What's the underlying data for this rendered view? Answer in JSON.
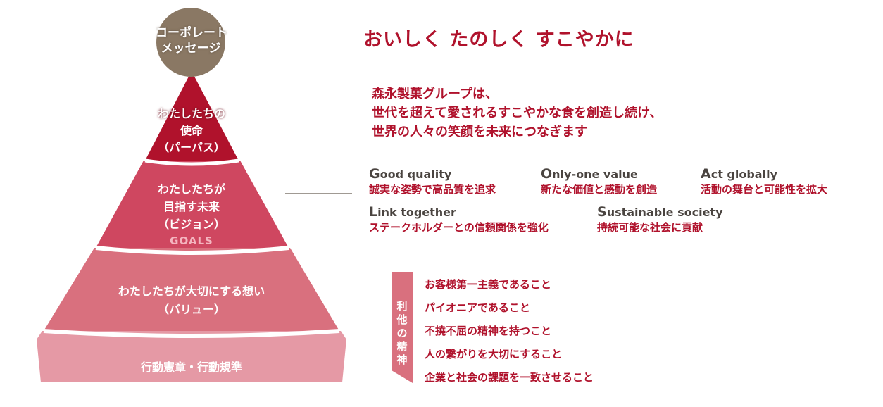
{
  "colors": {
    "accent": "#b0122c",
    "message_circle": "#8a7864",
    "tier_purpose": "#b0122c",
    "tier_vision": "#cf4760",
    "tier_values": "#d9707e",
    "tier_conduct": "#e599a5",
    "goals_label": "#f4b5bf"
  },
  "pyramid": {
    "message_label": [
      "コーポレート",
      "メッセージ"
    ],
    "purpose_label": [
      "わたしたちの",
      "使命",
      "（パーパス）"
    ],
    "vision_label": [
      "わたしたちが",
      "目指す未来",
      "（ビジョン）"
    ],
    "goals_label": "GOALS",
    "values_label": [
      "わたしたちが大切にする想い",
      "（バリュー）"
    ],
    "conduct_label": "行動憲章・行動規準"
  },
  "message": {
    "text": "おいしく たのしく すこやかに"
  },
  "purpose": {
    "lines": [
      "森永製菓グループは、",
      "世代を超えて愛されるすこやかな食を創造し続け、",
      "世界の人々の笑顔を未来につなぎます"
    ]
  },
  "goals": [
    {
      "initial": "G",
      "rest": "ood quality",
      "jp": "誠実な姿勢で高品質を追求"
    },
    {
      "initial": "O",
      "rest": "nly-one value",
      "jp": "新たな価値と感動を創造"
    },
    {
      "initial": "A",
      "rest": "ct globally",
      "jp": "活動の舞台と可能性を拡大"
    },
    {
      "initial": "L",
      "rest": "ink together",
      "jp": "ステークホルダーとの信頼関係を強化"
    },
    {
      "initial": "S",
      "rest": "ustainable society",
      "jp": "持続可能な社会に貢献"
    }
  ],
  "values": {
    "bar_label": [
      "利",
      "他",
      "の",
      "精",
      "神"
    ],
    "items": [
      "お客様第一主義であること",
      "パイオニアであること",
      "不撓不屈の精神を持つこと",
      "人の繋がりを大切にすること",
      "企業と社会の課題を一致させること"
    ]
  }
}
